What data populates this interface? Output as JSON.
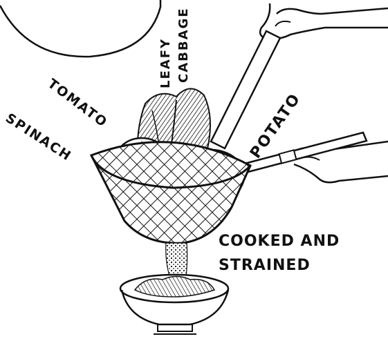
{
  "labels": {
    "tomato": "TOMATO",
    "spinach": "SPINACH",
    "leafy": "LEAFY",
    "cabbage": "CABBAGE",
    "potato": "POTATO",
    "cooked_line1": "COOKED AND",
    "cooked_line2": "STRAINED"
  },
  "colors": {
    "ink": "#111111",
    "paper": "#ffffff"
  }
}
